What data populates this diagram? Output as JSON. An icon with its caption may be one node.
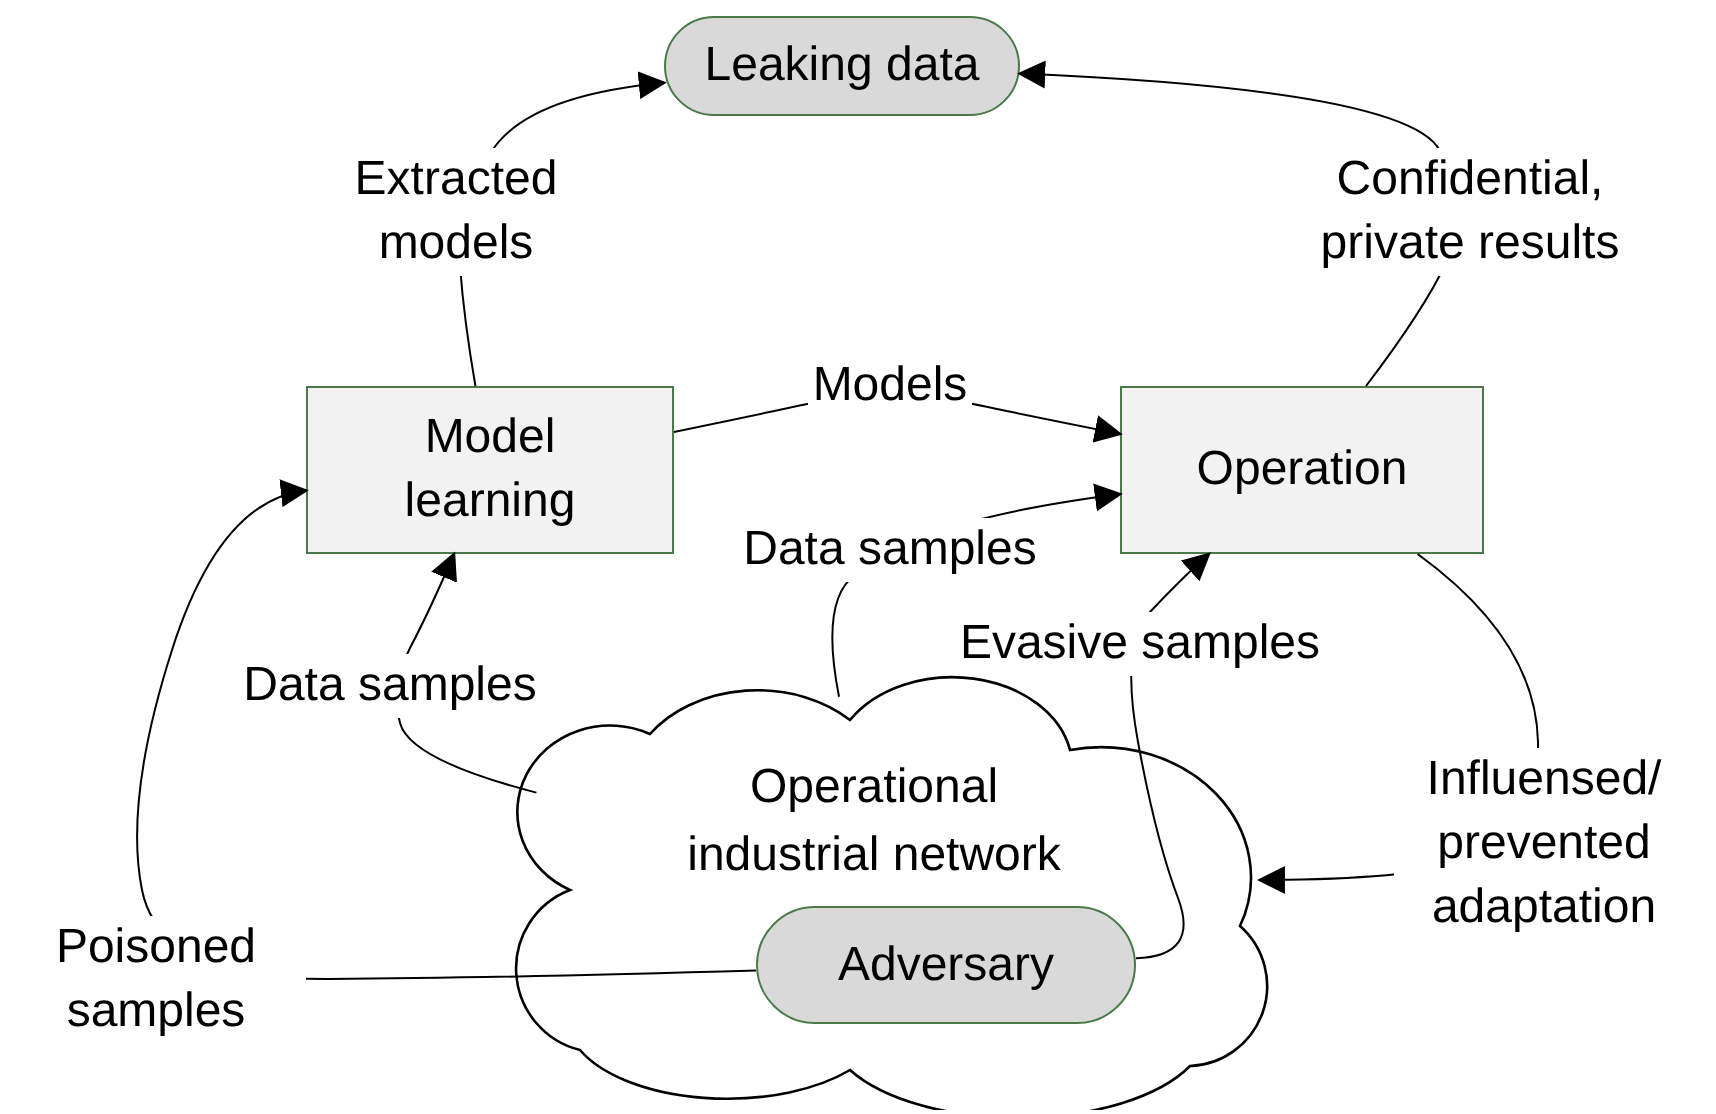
{
  "diagram": {
    "nodes": [
      {
        "text": [
          "Leaking data"
        ]
      },
      {
        "text": [
          "Model learning"
        ]
      },
      {
        "text": [
          "Operation"
        ]
      },
      {
        "text": [
          "Operational industrial network"
        ]
      },
      {
        "text": [
          "Adversary"
        ],
        "in": 3
      }
    ],
    "edges": [
      {
        "from": 1,
        "to": 0,
        "arrow": "to",
        "label": "Extracted models"
      },
      {
        "from": 2,
        "to": 0,
        "arrow": "to",
        "label": "Confidential, private results"
      },
      {
        "from": 1,
        "to": 2,
        "arrow": "to",
        "label": "Models"
      },
      {
        "from": 3,
        "to": 2,
        "arrow": "to",
        "label": "Data samples"
      },
      {
        "from": 3,
        "to": 1,
        "arrow": "to",
        "label": "Data samples"
      },
      {
        "from": 4,
        "to": 2,
        "arrow": "to",
        "label": "Evasive samples"
      },
      {
        "from": 4,
        "to": 1,
        "arrow": "to",
        "label": "Poisoned samples"
      },
      {
        "from": 2,
        "to": 3,
        "arrow": "to",
        "label": "Influensed/ prevented adaptation"
      }
    ]
  }
}
